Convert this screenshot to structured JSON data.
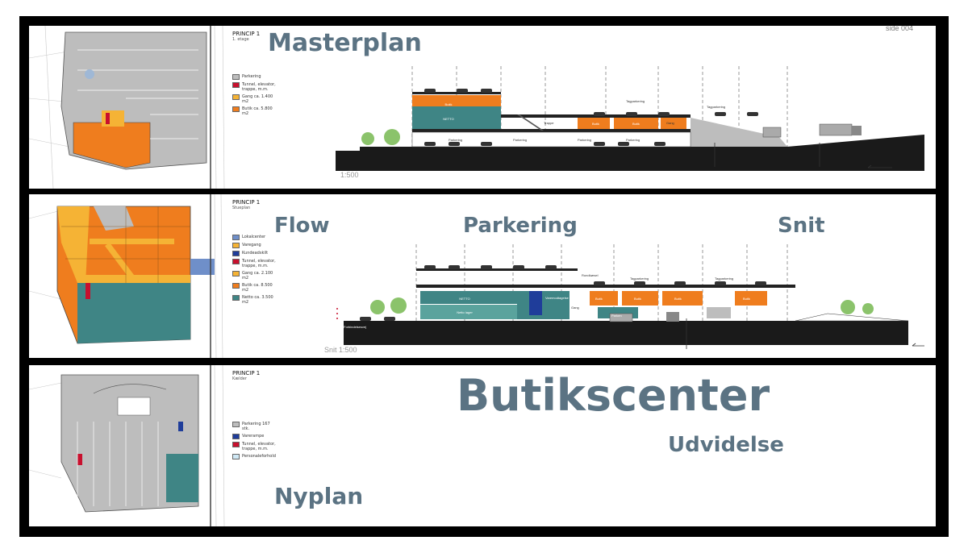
{
  "headings": {
    "masterplan": "Masterplan",
    "flow": "Flow",
    "parkering": "Parkering",
    "snit": "Snit",
    "butikscenter": "Butikscenter",
    "udvidelse": "Udvidelse",
    "nyplan": "Nyplan"
  },
  "page_number": "side 004",
  "section1": {
    "scale": "1:500",
    "labels": {
      "butik1": "Butik",
      "netto1": "NETTO",
      "trappe": "Trappe",
      "parkering_upper": "Tagparkering",
      "parkering_right": "Tagparkering",
      "butik2": "Butik",
      "butik3": "Butik",
      "gang": "Gang",
      "parkering_low1": "Parkering",
      "parkering_low2": "Parkering",
      "parkering_low3": "Parkering",
      "parkering_low4": "Parkering"
    }
  },
  "section2": {
    "scale": "Snit 1:500",
    "labels": {
      "rundkoersel": "Rundkørsel",
      "netto_top": "NETTO",
      "varemodtagelse": "Varemodtagelse",
      "netto_lager": "Netto lager",
      "tagparkering1": "Tagparkering",
      "tagparkering2": "Tagparkering",
      "butik_a": "Butik",
      "butik_b": "Butik",
      "butik_c": "Butik",
      "butik_d": "Butik",
      "forbindelsesvej": "Forbindelsesvej",
      "gang": "Gang",
      "parken": "Parken"
    }
  },
  "plan1": {
    "title": "PRINCIP 1",
    "subtitle": "1. etage",
    "legend": [
      {
        "label": "Parkering",
        "color": "#bdbdbd"
      },
      {
        "label": "Tunnel, elevator, trappe, m.m.",
        "color": "#c8102e"
      },
      {
        "label": "Gang ca. 1.400 m2",
        "color": "#f5b335"
      },
      {
        "label": "Butik ca. 5.800 m2",
        "color": "#ef7d1e"
      }
    ]
  },
  "plan2": {
    "title": "PRINCIP 1",
    "subtitle": "Stueplan",
    "legend": [
      {
        "label": "Lokalcenter",
        "color": "#6f8fc9"
      },
      {
        "label": "Varegang",
        "color": "#f5b335"
      },
      {
        "label": "Kundeadskilt",
        "color": "#1f3d9a"
      },
      {
        "label": "Tunnel, elevator, trappe, m.m.",
        "color": "#c8102e"
      },
      {
        "label": "Gang ca. 2.100 m2",
        "color": "#f5b335"
      },
      {
        "label": "Butik ca. 8.500 m2",
        "color": "#ef7d1e"
      },
      {
        "label": "Netto ca. 3.500 m2",
        "color": "#3f8585"
      }
    ]
  },
  "plan3": {
    "title": "PRINCIP 1",
    "subtitle": "Kælder",
    "legend": [
      {
        "label": "Parkering 167 stk.",
        "color": "#bdbdbd"
      },
      {
        "label": "Varerampe",
        "color": "#1f3d9a"
      },
      {
        "label": "Tunnel, elevator, trappe, m.m.",
        "color": "#c8102e"
      },
      {
        "label": "Personaleforhold",
        "color": "#cfe8f5"
      }
    ]
  },
  "colors": {
    "heading": "#5b7383",
    "butik": "#ef7d1e",
    "netto": "#3f8585",
    "gang": "#f5b335",
    "parkering": "#bdbdbd",
    "frame": "#000000"
  }
}
